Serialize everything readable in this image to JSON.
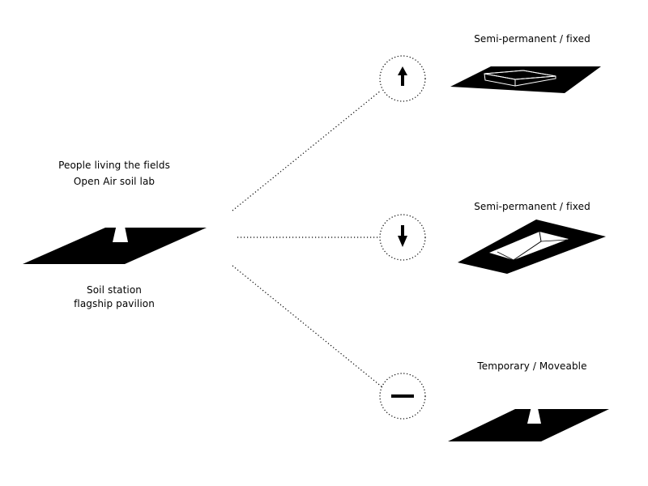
{
  "main": {
    "top_label_1": "People living the fields",
    "top_label_2": "Open Air soil lab",
    "bottom_label_1": "Soil station",
    "bottom_label_2": "flagship pavilion"
  },
  "options": [
    {
      "label": "Semi-permanent / fixed",
      "symbol": "arrow-up-icon"
    },
    {
      "label": "Semi-permanent / fixed",
      "symbol": "arrow-down-icon"
    },
    {
      "label": "Temporary / Moveable",
      "symbol": "minus-icon"
    }
  ]
}
